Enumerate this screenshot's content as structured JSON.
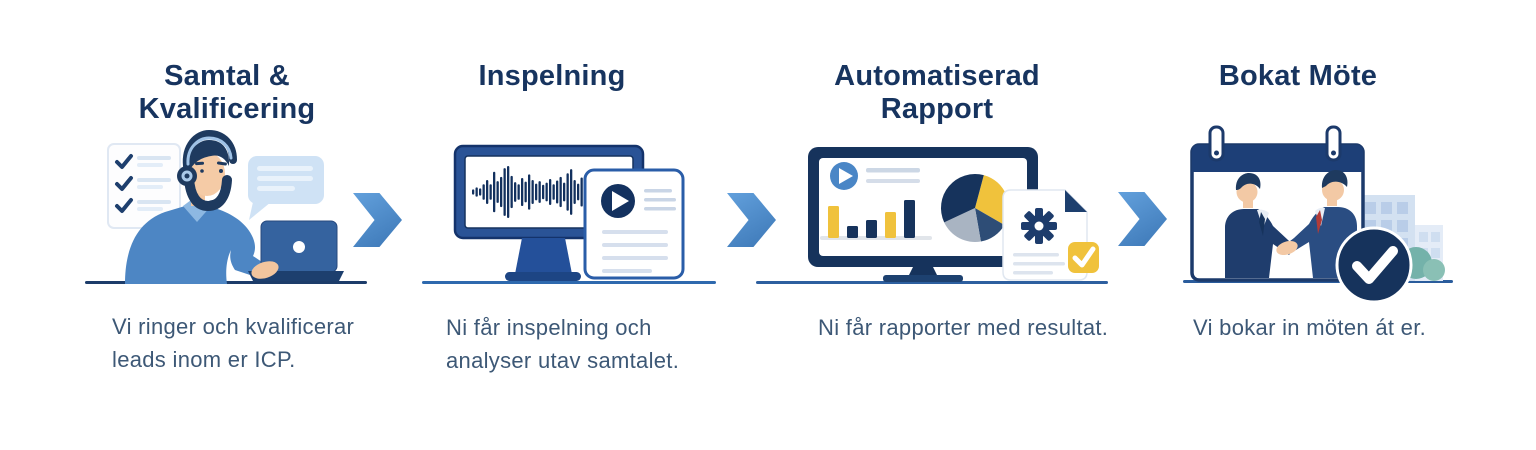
{
  "page": {
    "background": "#ffffff",
    "type": "four-step-process-infographic"
  },
  "palette": {
    "heading_navy": "#17345f",
    "caption_slate": "#3d5876",
    "arrow_blue": "#4886c8",
    "navy": "#16335c",
    "deep_navy": "#12305e",
    "medium_blue": "#4a86c6",
    "navy2": "#2e4d76",
    "yellow": "#f0c23c",
    "gray": "#a9b4c2",
    "red_tie": "#b23b38",
    "green_bush": "#74b2aa",
    "light_blue": "#cfe2f5"
  },
  "steps": [
    {
      "title": "Samtal & Kvalificering",
      "caption_lines": [
        "Vi ringer och kvalificerar",
        "leads inom er ICP."
      ],
      "illustration": "support-agent-with-headset-laptop-checklist-speech-bubble"
    },
    {
      "title": "Inspelning",
      "caption_lines": [
        "Ni får inspelning och",
        "analyser utav samtalet."
      ],
      "illustration": "monitor-with-audio-waveform-and-playback-document"
    },
    {
      "title": "Automatiserad Rapport",
      "caption_lines": [
        "Ni får rapporter med resultat."
      ],
      "illustration": "monitor-with-bar-chart-pie-chart-gear-report"
    },
    {
      "title": "Bokat Möte",
      "caption_lines": [
        "Vi bokar in möten át er."
      ],
      "illustration": "calendar-with-handshake-and-checkmark"
    }
  ],
  "illustrations": {
    "waveform": {
      "color": "deep_navy",
      "heights": [
        0.1,
        0.18,
        0.14,
        0.3,
        0.46,
        0.3,
        0.78,
        0.42,
        0.58,
        0.92,
        1.0,
        0.62,
        0.38,
        0.3,
        0.54,
        0.4,
        0.68,
        0.46,
        0.32,
        0.42,
        0.28,
        0.36,
        0.5,
        0.3,
        0.44,
        0.58,
        0.36,
        0.72,
        0.88,
        0.46,
        0.32,
        0.56,
        0.4,
        0.66,
        0.36,
        0.26,
        0.38,
        0.2,
        0.28,
        0.12
      ]
    },
    "bar_chart": {
      "bars": [
        {
          "h": 32,
          "color": "yellow"
        },
        {
          "h": 12,
          "color": "navy"
        },
        {
          "h": 18,
          "color": "navy"
        },
        {
          "h": 26,
          "color": "yellow"
        },
        {
          "h": 38,
          "color": "navy"
        }
      ]
    },
    "pie_chart": {
      "start_deg": 15,
      "slices": [
        {
          "color": "yellow",
          "deg": 105
        },
        {
          "color": "navy2",
          "deg": 50
        },
        {
          "color": "gray",
          "deg": 75
        },
        {
          "color": "navy",
          "deg": 130
        }
      ]
    }
  }
}
